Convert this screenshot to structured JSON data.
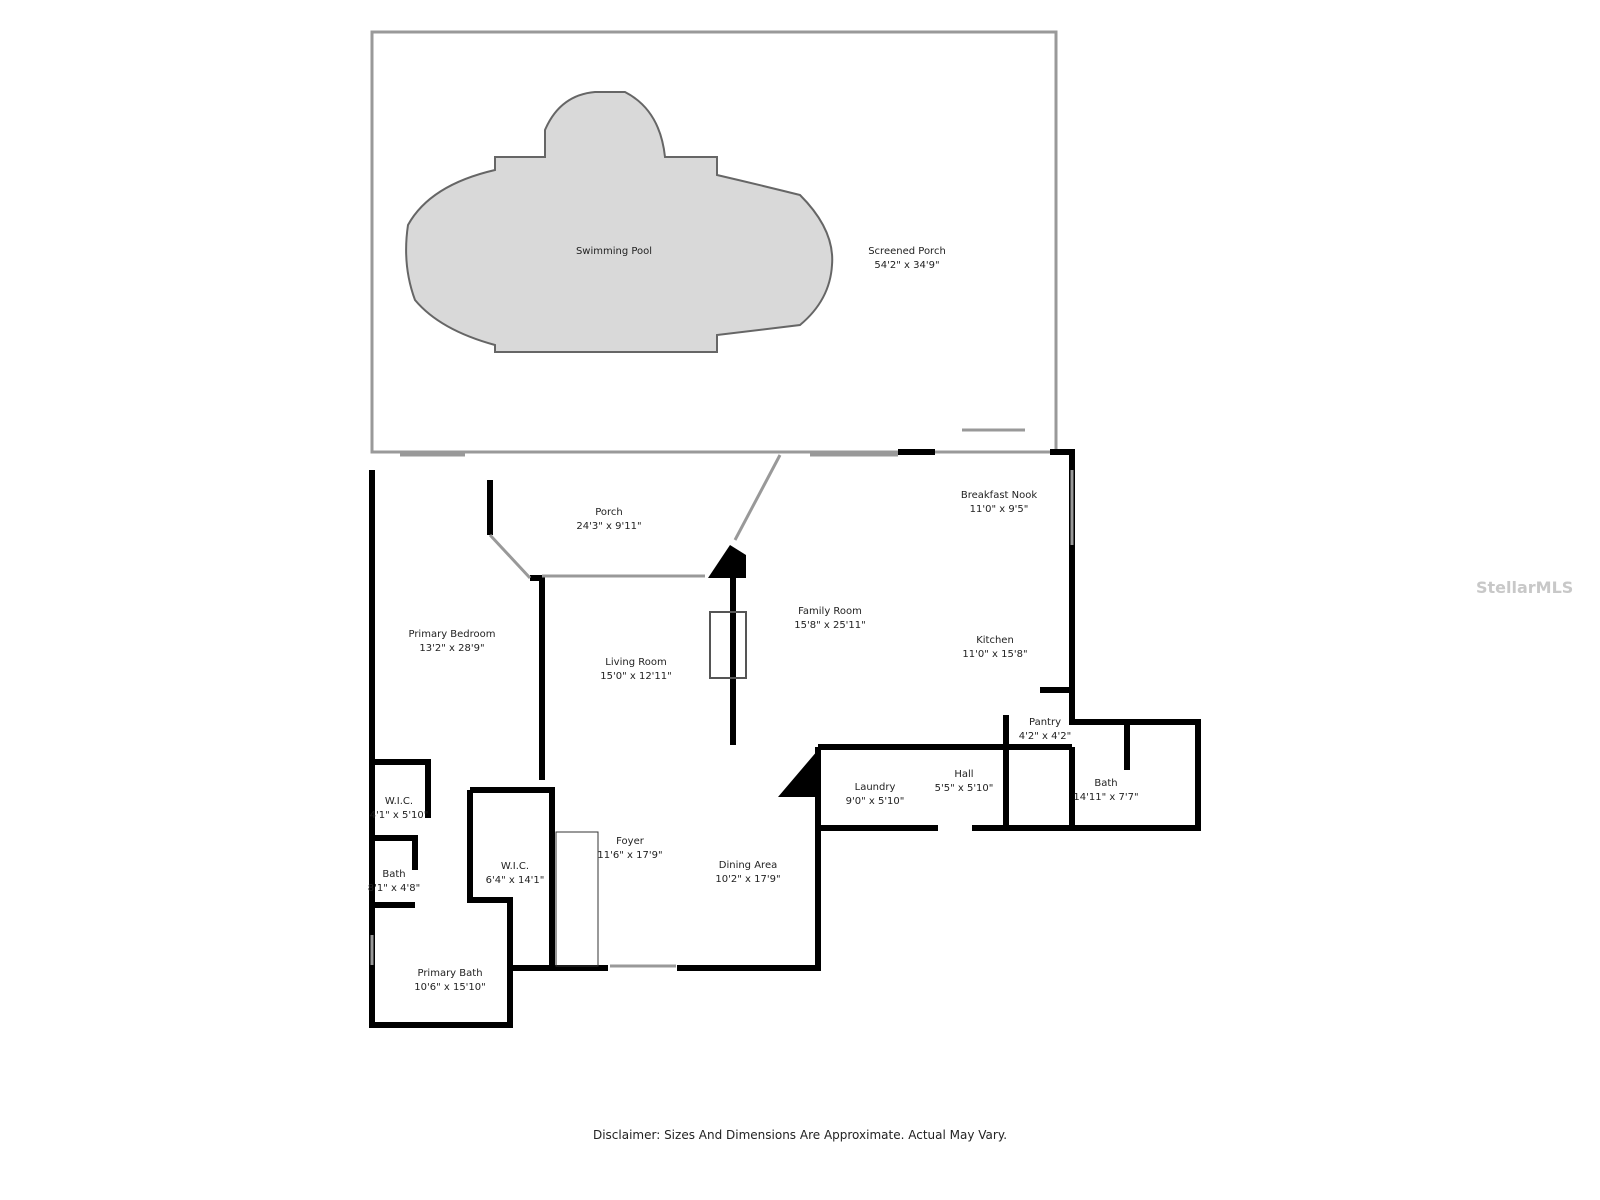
{
  "rooms": [
    {
      "name": "Swimming Pool",
      "size": ""
    },
    {
      "name": "Screened Porch",
      "size": "54'2\" x 34'9\""
    },
    {
      "name": "Porch",
      "size": "24'3\" x 9'11\""
    },
    {
      "name": "Breakfast Nook",
      "size": "11'0\" x 9'5\""
    },
    {
      "name": "Family Room",
      "size": "15'8\" x 25'11\""
    },
    {
      "name": "Kitchen",
      "size": "11'0\" x 15'8\""
    },
    {
      "name": "Primary Bedroom",
      "size": "13'2\" x 28'9\""
    },
    {
      "name": "Living Room",
      "size": "15'0\" x 12'11\""
    },
    {
      "name": "Pantry",
      "size": "4'2\" x 4'2\""
    },
    {
      "name": "Laundry",
      "size": "9'0\" x 5'10\""
    },
    {
      "name": "Hall",
      "size": "5'5\" x 5'10\""
    },
    {
      "name": "Bath",
      "size": "14'11\" x 7'7\""
    },
    {
      "name": "W.I.C.",
      "size": "4'1\" x 5'10\""
    },
    {
      "name": "Foyer",
      "size": "11'6\" x 17'9\""
    },
    {
      "name": "W.I.C.",
      "size": "6'4\" x 14'1\""
    },
    {
      "name": "Dining Area",
      "size": "10'2\" x 17'9\""
    },
    {
      "name": "Bath",
      "size": "8'1\" x 4'8\""
    },
    {
      "name": "Primary Bath",
      "size": "10'6\" x 15'10\""
    }
  ],
  "disclaimer": "Disclaimer: Sizes And Dimensions Are Approximate. Actual May Vary.",
  "watermark": "StellarMLS",
  "colors": {
    "wall": "#000000",
    "pool": "#d9d9d9",
    "background": "#ffffff"
  }
}
